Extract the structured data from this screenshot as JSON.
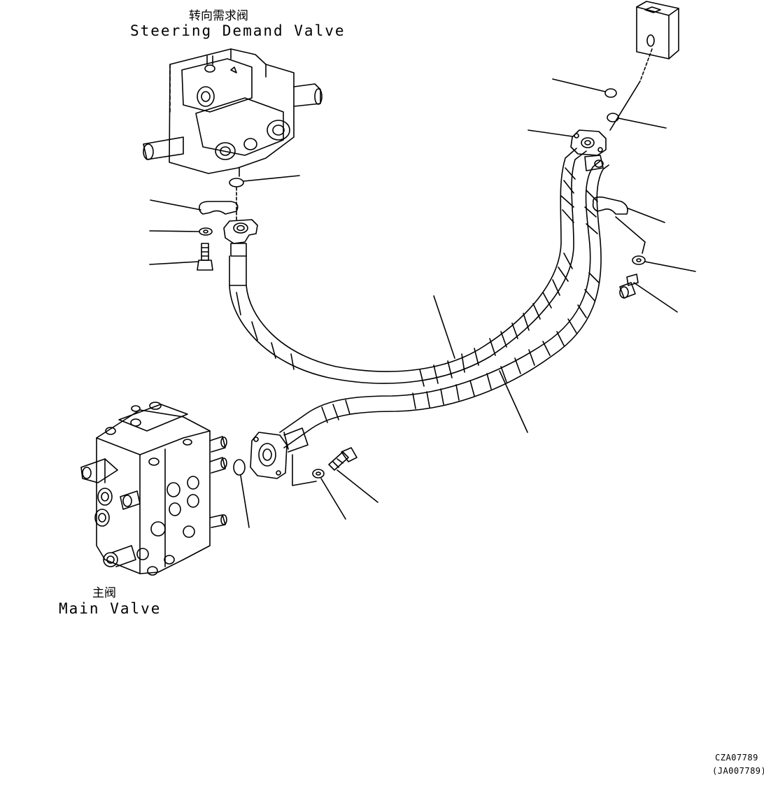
{
  "labels": {
    "steering_valve_cn": "转向需求阀",
    "steering_valve_en": "Steering Demand Valve",
    "main_valve_cn": "主阀",
    "main_valve_en": "Main Valve",
    "drawing_code": "CZA07789",
    "drawing_code_alt": "(JA007789)"
  },
  "colors": {
    "line": "#000000",
    "background": "#ffffff"
  }
}
